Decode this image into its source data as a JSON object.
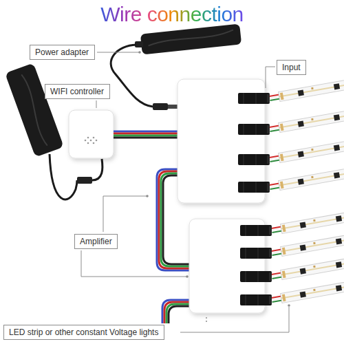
{
  "diagram": {
    "title": "Wire connection",
    "nodes": [
      {
        "text": [
          "Power adapter"
        ]
      },
      {
        "text": [
          "Input"
        ]
      },
      {
        "text": [
          "WIFI controller"
        ]
      },
      {
        "text": [
          "Amplifier"
        ]
      },
      {
        "text": [
          "LED strip or other constant Voltage lights"
        ]
      }
    ]
  }
}
